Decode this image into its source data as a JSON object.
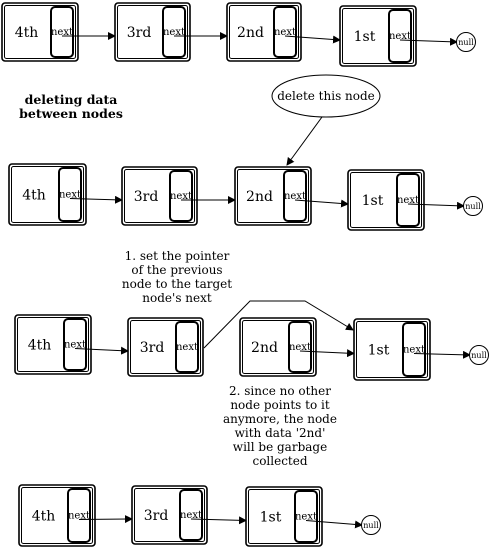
{
  "heading": [
    "deleting data",
    "between nodes"
  ],
  "callout": "delete this node",
  "next_label": "next",
  "null_label": "null",
  "step1": [
    "1. set the pointer",
    "of the previous",
    "node to the target",
    "node's next"
  ],
  "step2": [
    "2. since no other",
    "node points to it",
    "anymore, the node",
    "with data '2nd'",
    "will be garbage",
    "collected"
  ],
  "rows": [
    {
      "nodes": [
        "4th",
        "3rd",
        "2nd",
        "1st"
      ]
    },
    {
      "nodes": [
        "4th",
        "3rd",
        "2nd",
        "1st"
      ]
    },
    {
      "nodes": [
        "4th",
        "3rd",
        "2nd",
        "1st"
      ]
    },
    {
      "nodes": [
        "4th",
        "3rd",
        "1st"
      ]
    }
  ]
}
